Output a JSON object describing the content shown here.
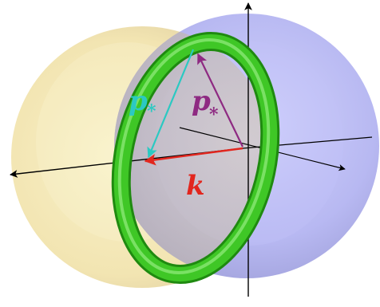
{
  "labels": {
    "p_left": "p",
    "p_left_sub": "*",
    "p_right": "p",
    "p_right_sub": "*",
    "k": "k"
  },
  "colors": {
    "left_sphere": "#f1e3a0",
    "right_sphere": "#a9aaf0",
    "ring": "#3fc726",
    "ring_dark": "#1f8a10",
    "vector_p_left": "#2bc9c2",
    "vector_p_right": "#8e2a82",
    "vector_k": "#e2261e",
    "axes": "#000000",
    "background": "#ffffff"
  }
}
